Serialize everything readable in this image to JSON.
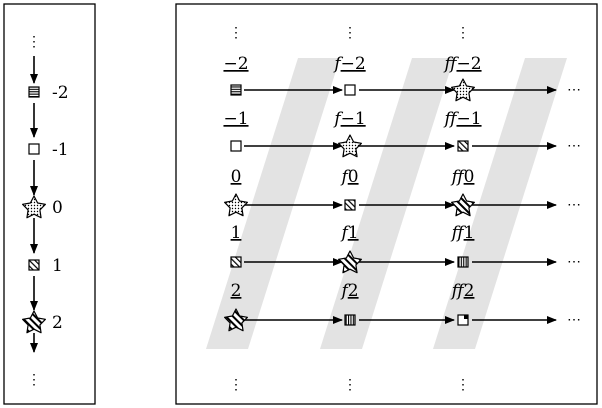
{
  "left_panel": {
    "top_dots": "⋮",
    "bottom_dots": "⋮",
    "nodes": [
      {
        "label": "-2",
        "shape": "lined-square"
      },
      {
        "label": "-1",
        "shape": "empty-square"
      },
      {
        "label": "0",
        "shape": "dotted-star"
      },
      {
        "label": "1",
        "shape": "hatched-square"
      },
      {
        "label": "2",
        "shape": "hatched-star"
      }
    ]
  },
  "right_panel": {
    "top_dots": "⋮",
    "bottom_dots": "⋮",
    "row_end": "⋯",
    "columns": [
      {
        "labels": [
          {
            "prefix": "",
            "value": "−2"
          },
          {
            "prefix": "",
            "value": "−1"
          },
          {
            "prefix": "",
            "value": "0"
          },
          {
            "prefix": "",
            "value": "1"
          },
          {
            "prefix": "",
            "value": "2"
          }
        ],
        "shapes": [
          "lined-square",
          "empty-square",
          "dotted-star",
          "hatched-square",
          "hatched-star"
        ]
      },
      {
        "labels": [
          {
            "prefix": "f",
            "value": "−2"
          },
          {
            "prefix": "f",
            "value": "−1"
          },
          {
            "prefix": "f",
            "value": "0"
          },
          {
            "prefix": "f",
            "value": "1"
          },
          {
            "prefix": "f",
            "value": "2"
          }
        ],
        "shapes": [
          "empty-square",
          "dotted-star",
          "hatched-square",
          "hatched-star",
          "vertical-lined-square"
        ]
      },
      {
        "labels": [
          {
            "prefix": "ff",
            "value": "−2"
          },
          {
            "prefix": "ff",
            "value": "−1"
          },
          {
            "prefix": "ff",
            "value": "0"
          },
          {
            "prefix": "ff",
            "value": "1"
          },
          {
            "prefix": "ff",
            "value": "2"
          }
        ],
        "shapes": [
          "dotted-star",
          "hatched-square",
          "hatched-star",
          "vertical-lined-square",
          "cornered-square"
        ]
      }
    ]
  }
}
